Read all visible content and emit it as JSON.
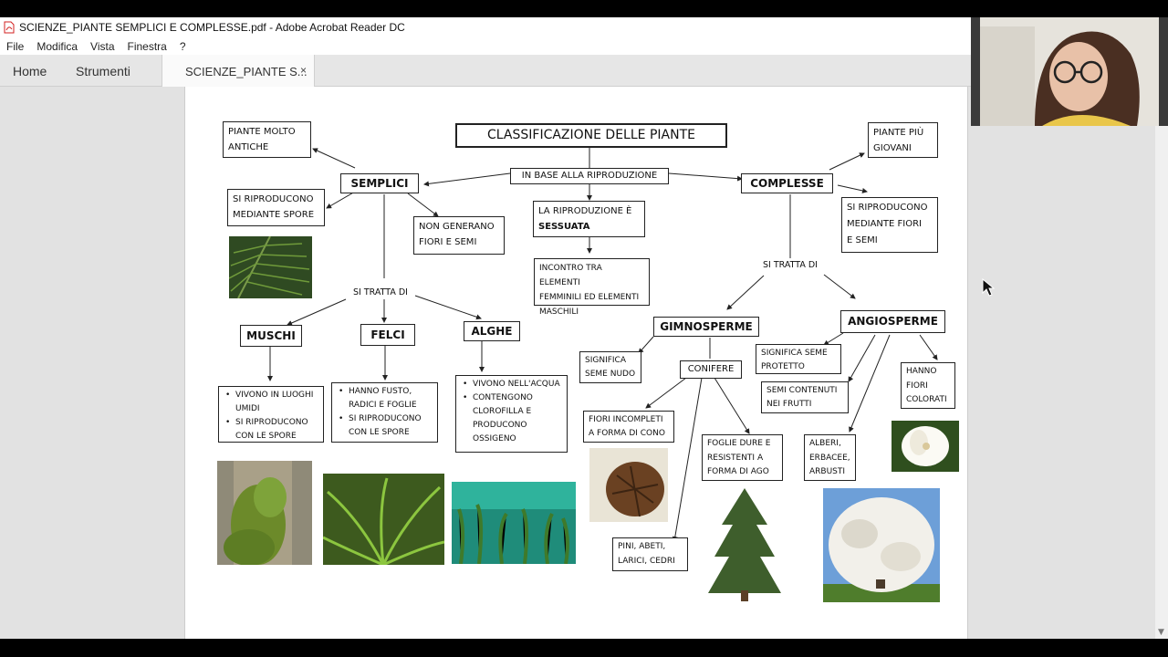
{
  "window": {
    "title": "SCIENZE_PIANTE SEMPLICI E COMPLESSE.pdf - Adobe Acrobat Reader DC"
  },
  "menu": [
    "File",
    "Modifica",
    "Vista",
    "Finestra",
    "?"
  ],
  "tabs": {
    "home": "Home",
    "tools": "Strumenti",
    "doc": "SCIENZE_PIANTE S...",
    "close": "×"
  },
  "diagram": {
    "title": "CLASSIFICAZIONE DELLE PIANTE",
    "criterion": "IN BASE ALLA RIPRODUZIONE",
    "simple": {
      "label": "SEMPLICI",
      "old": [
        "PIANTE MOLTO",
        "ANTICHE"
      ],
      "spores": [
        "SI RIPRODUCONO",
        "MEDIANTE SPORE"
      ],
      "no_flowers": [
        "NON GENERANO",
        "FIORI E SEMI"
      ],
      "are": "SI TRATTA DI",
      "mosses": {
        "label": "MUSCHI",
        "notes": [
          "VIVONO IN LUOGHI UMIDI",
          "SI RIPRODUCONO CON LE SPORE"
        ]
      },
      "ferns": {
        "label": "FELCI",
        "notes": [
          "HANNO FUSTO, RADICI E FOGLIE",
          "SI RIPRODUCONO CON LE SPORE"
        ]
      },
      "algae": {
        "label": "ALGHE",
        "notes": [
          "VIVONO NELL'ACQUA",
          "CONTENGONO CLOROFILLA E PRODUCONO OSSIGENO"
        ]
      }
    },
    "center": {
      "sexual": [
        "LA RIPRODUZIONE È",
        "SESSUATA"
      ],
      "meeting": [
        "INCONTRO TRA ELEMENTI",
        "FEMMINILI ED ELEMENTI",
        "MASCHILI"
      ]
    },
    "complex": {
      "label": "COMPLESSE",
      "young": [
        "PIANTE PIÙ",
        "GIOVANI"
      ],
      "flowers": [
        "SI RIPRODUCONO",
        "MEDIANTE FIORI",
        "E SEMI"
      ],
      "are": "SI TRATTA DI",
      "gymno": {
        "label": "GIMNOSPERME",
        "meaning": [
          "SIGNIFICA",
          "SEME NUDO"
        ],
        "conifers": "CONIFERE",
        "cones": [
          "FIORI INCOMPLETI",
          "A FORMA DI CONO"
        ],
        "leaves": [
          "FOGLIE DURE E",
          "RESISTENTI A",
          "FORMA DI AGO"
        ],
        "examples": [
          "PINI, ABETI,",
          "LARICI, CEDRI"
        ]
      },
      "angio": {
        "label": "ANGIOSPERME",
        "meaning": [
          "SIGNIFICA SEME",
          "PROTETTO"
        ],
        "fruits": [
          "SEMI CONTENUTI",
          "NEI FRUTTI"
        ],
        "colored": [
          "HANNO",
          "FIORI",
          "COLORATI"
        ],
        "types": [
          "ALBERI,",
          "ERBACEE,",
          "ARBUSTI"
        ]
      }
    }
  }
}
